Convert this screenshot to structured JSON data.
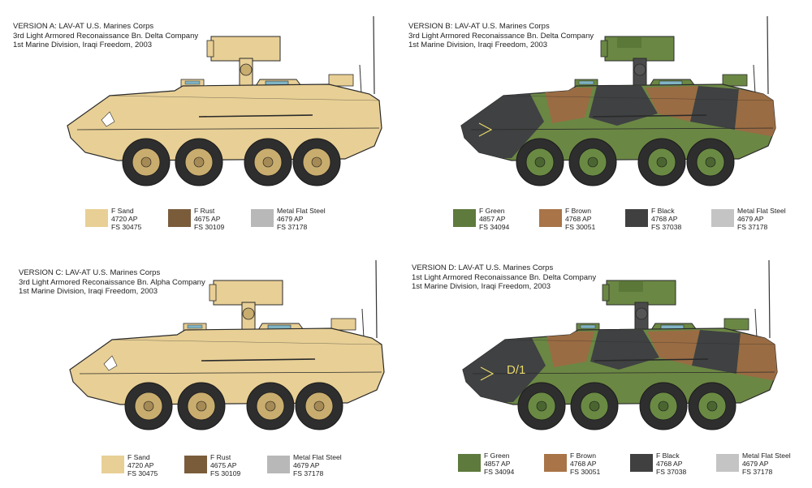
{
  "versions": [
    {
      "id": "a",
      "caption": [
        "VERSION A: LAV-AT U.S. Marines Corps",
        "3rd Light Armored Reconaissance Bn. Delta Company",
        "1st Marine Division, Iraqi Freedom, 2003"
      ],
      "scheme": "sand",
      "hull_marking": "",
      "swatches": [
        {
          "name": "F Sand",
          "code": "4720 AP",
          "fs": "FS 30475",
          "color": "#e8cf95"
        },
        {
          "name": "F Rust",
          "code": "4675 AP",
          "fs": "FS 30109",
          "color": "#7a5c3b"
        },
        {
          "name": "Metal Flat Steel",
          "code": "4679 AP",
          "fs": "FS 37178",
          "color": "#b8b8b8"
        }
      ]
    },
    {
      "id": "b",
      "caption": [
        "VERSION B: LAV-AT U.S. Marines Corps",
        "3rd Light Armored Reconaissance Bn. Delta Company",
        "1st Marine Division, Iraqi Freedom, 2003"
      ],
      "scheme": "camo",
      "hull_marking": "",
      "swatches": [
        {
          "name": "F Green",
          "code": "4857 AP",
          "fs": "FS 34094",
          "color": "#5e7a3c"
        },
        {
          "name": "F Brown",
          "code": "4768 AP",
          "fs": "FS 30051",
          "color": "#a87448"
        },
        {
          "name": "F Black",
          "code": "4768 AP",
          "fs": "FS 37038",
          "color": "#404040"
        },
        {
          "name": "Metal Flat Steel",
          "code": "4679 AP",
          "fs": "FS 37178",
          "color": "#c4c4c4"
        }
      ]
    },
    {
      "id": "c",
      "caption": [
        "VERSION C: LAV-AT U.S. Marines Corps",
        "3rd Light Armored Reconaissance Bn. Alpha Company",
        "1st Marine Division, Iraqi Freedom, 2003"
      ],
      "scheme": "sand",
      "hull_marking": "",
      "swatches": [
        {
          "name": "F Sand",
          "code": "4720 AP",
          "fs": "FS 30475",
          "color": "#e8cf95"
        },
        {
          "name": "F Rust",
          "code": "4675 AP",
          "fs": "FS 30109",
          "color": "#7a5c3b"
        },
        {
          "name": "Metal Flat Steel",
          "code": "4679 AP",
          "fs": "FS 37178",
          "color": "#b8b8b8"
        }
      ]
    },
    {
      "id": "d",
      "caption": [
        "VERSION D: LAV-AT U.S. Marines Corps",
        "1st Light Armored Reconaissance Bn. Delta Company",
        "1st Marine Division, Iraqi Freedom, 2003"
      ],
      "scheme": "camo",
      "hull_marking": "D/1",
      "swatches": [
        {
          "name": "F Green",
          "code": "4857 AP",
          "fs": "FS 34094",
          "color": "#5e7a3c"
        },
        {
          "name": "F Brown",
          "code": "4768 AP",
          "fs": "FS 30051",
          "color": "#a87448"
        },
        {
          "name": "F Black",
          "code": "4768 AP",
          "fs": "FS 37038",
          "color": "#404040"
        },
        {
          "name": "Metal Flat Steel",
          "code": "4679 AP",
          "fs": "FS 37178",
          "color": "#c4c4c4"
        }
      ]
    }
  ],
  "palette": {
    "sand": "#e8cf95",
    "sand_dark": "#c9ad6f",
    "green": "#6b8744",
    "brown": "#9a6c43",
    "black": "#3f4142",
    "tire": "#2e2e2e",
    "glass": "#7fb3c4",
    "outline": "#2a2a2a"
  }
}
